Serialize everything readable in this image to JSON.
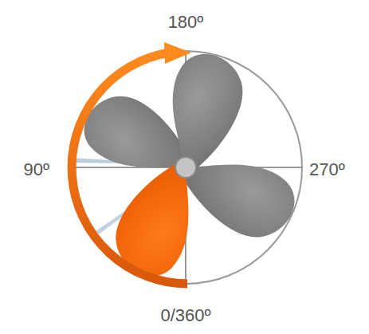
{
  "diagram": {
    "labels": [
      "180º",
      "90º",
      "270º",
      "0/360º"
    ]
  }
}
